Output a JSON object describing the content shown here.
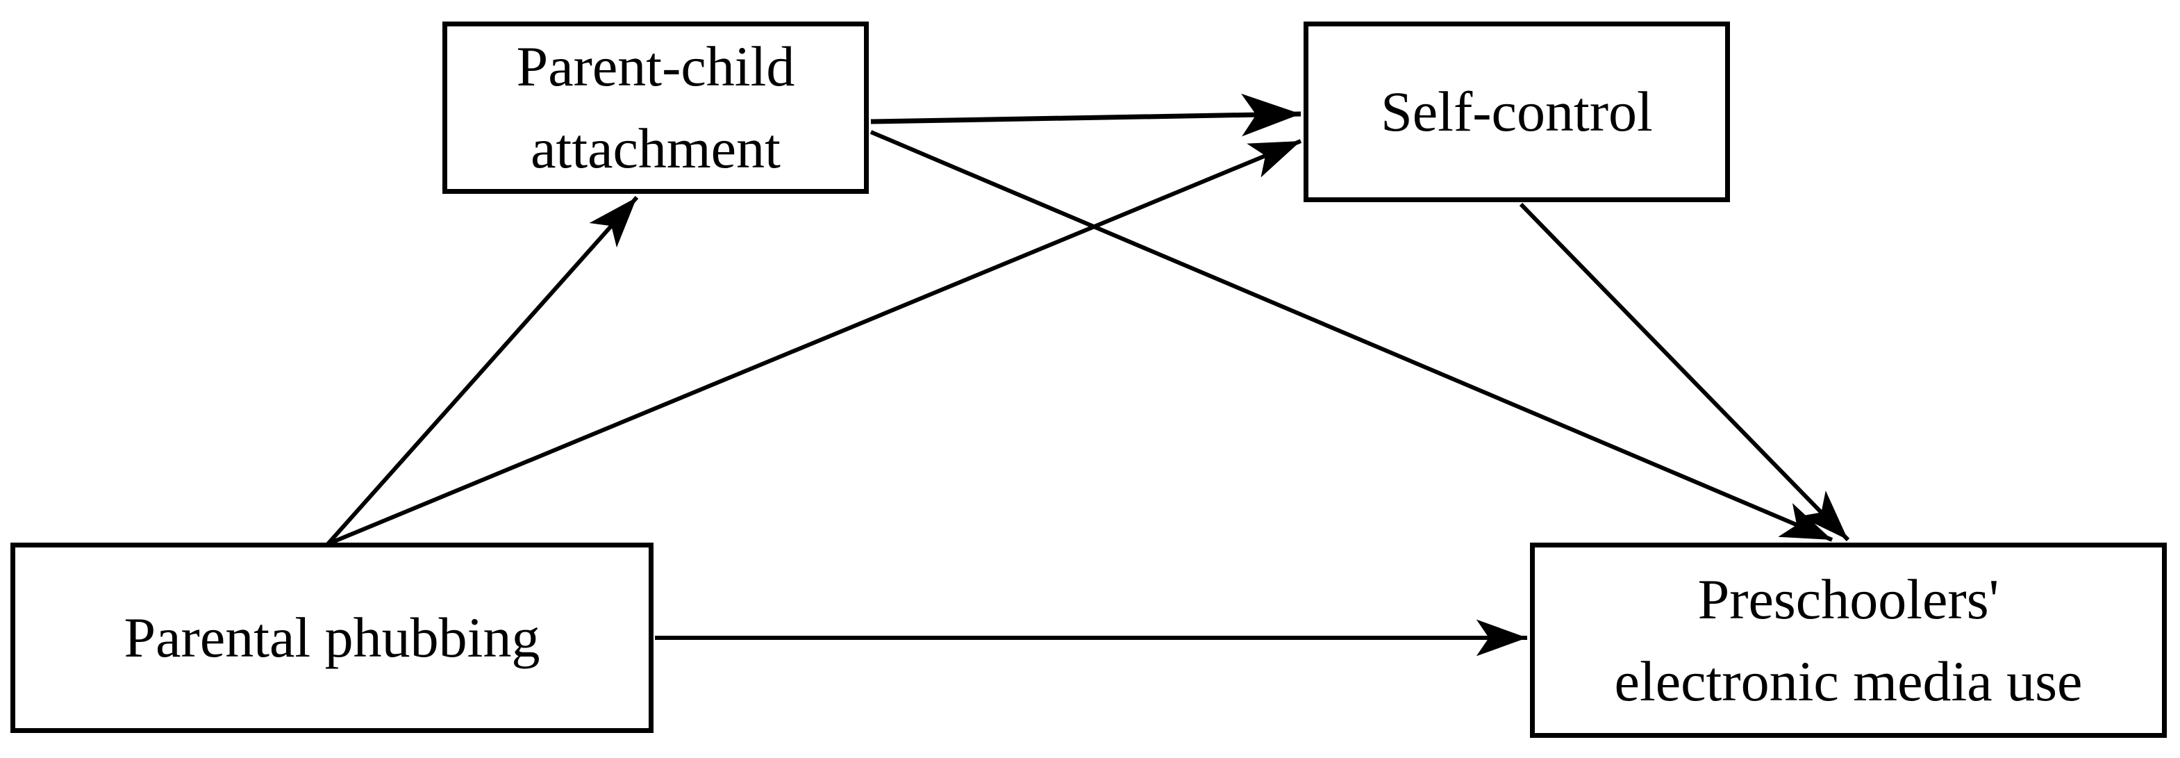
{
  "colors": {
    "background": "#ffffff",
    "box_border": "#000000",
    "box_fill": "#ffffff",
    "arrow": "#000000",
    "text": "#000000"
  },
  "nodes": {
    "parent_child_attachment": {
      "line1": "Parent-child",
      "line2": "attachment"
    },
    "self_control": {
      "label": "Self-control"
    },
    "parental_phubbing": {
      "label": "Parental phubbing"
    },
    "preschoolers_media_use": {
      "line1": "Preschoolers'",
      "line2": "electronic media use"
    }
  },
  "edges": [
    {
      "from": "Parental phubbing",
      "to": "Parent-child attachment"
    },
    {
      "from": "Parental phubbing",
      "to": "Self-control"
    },
    {
      "from": "Parent-child attachment",
      "to": "Self-control"
    },
    {
      "from": "Parent-child attachment",
      "to": "Preschoolers' electronic media use"
    },
    {
      "from": "Self-control",
      "to": "Preschoolers' electronic media use"
    },
    {
      "from": "Parental phubbing",
      "to": "Preschoolers' electronic media use"
    }
  ]
}
